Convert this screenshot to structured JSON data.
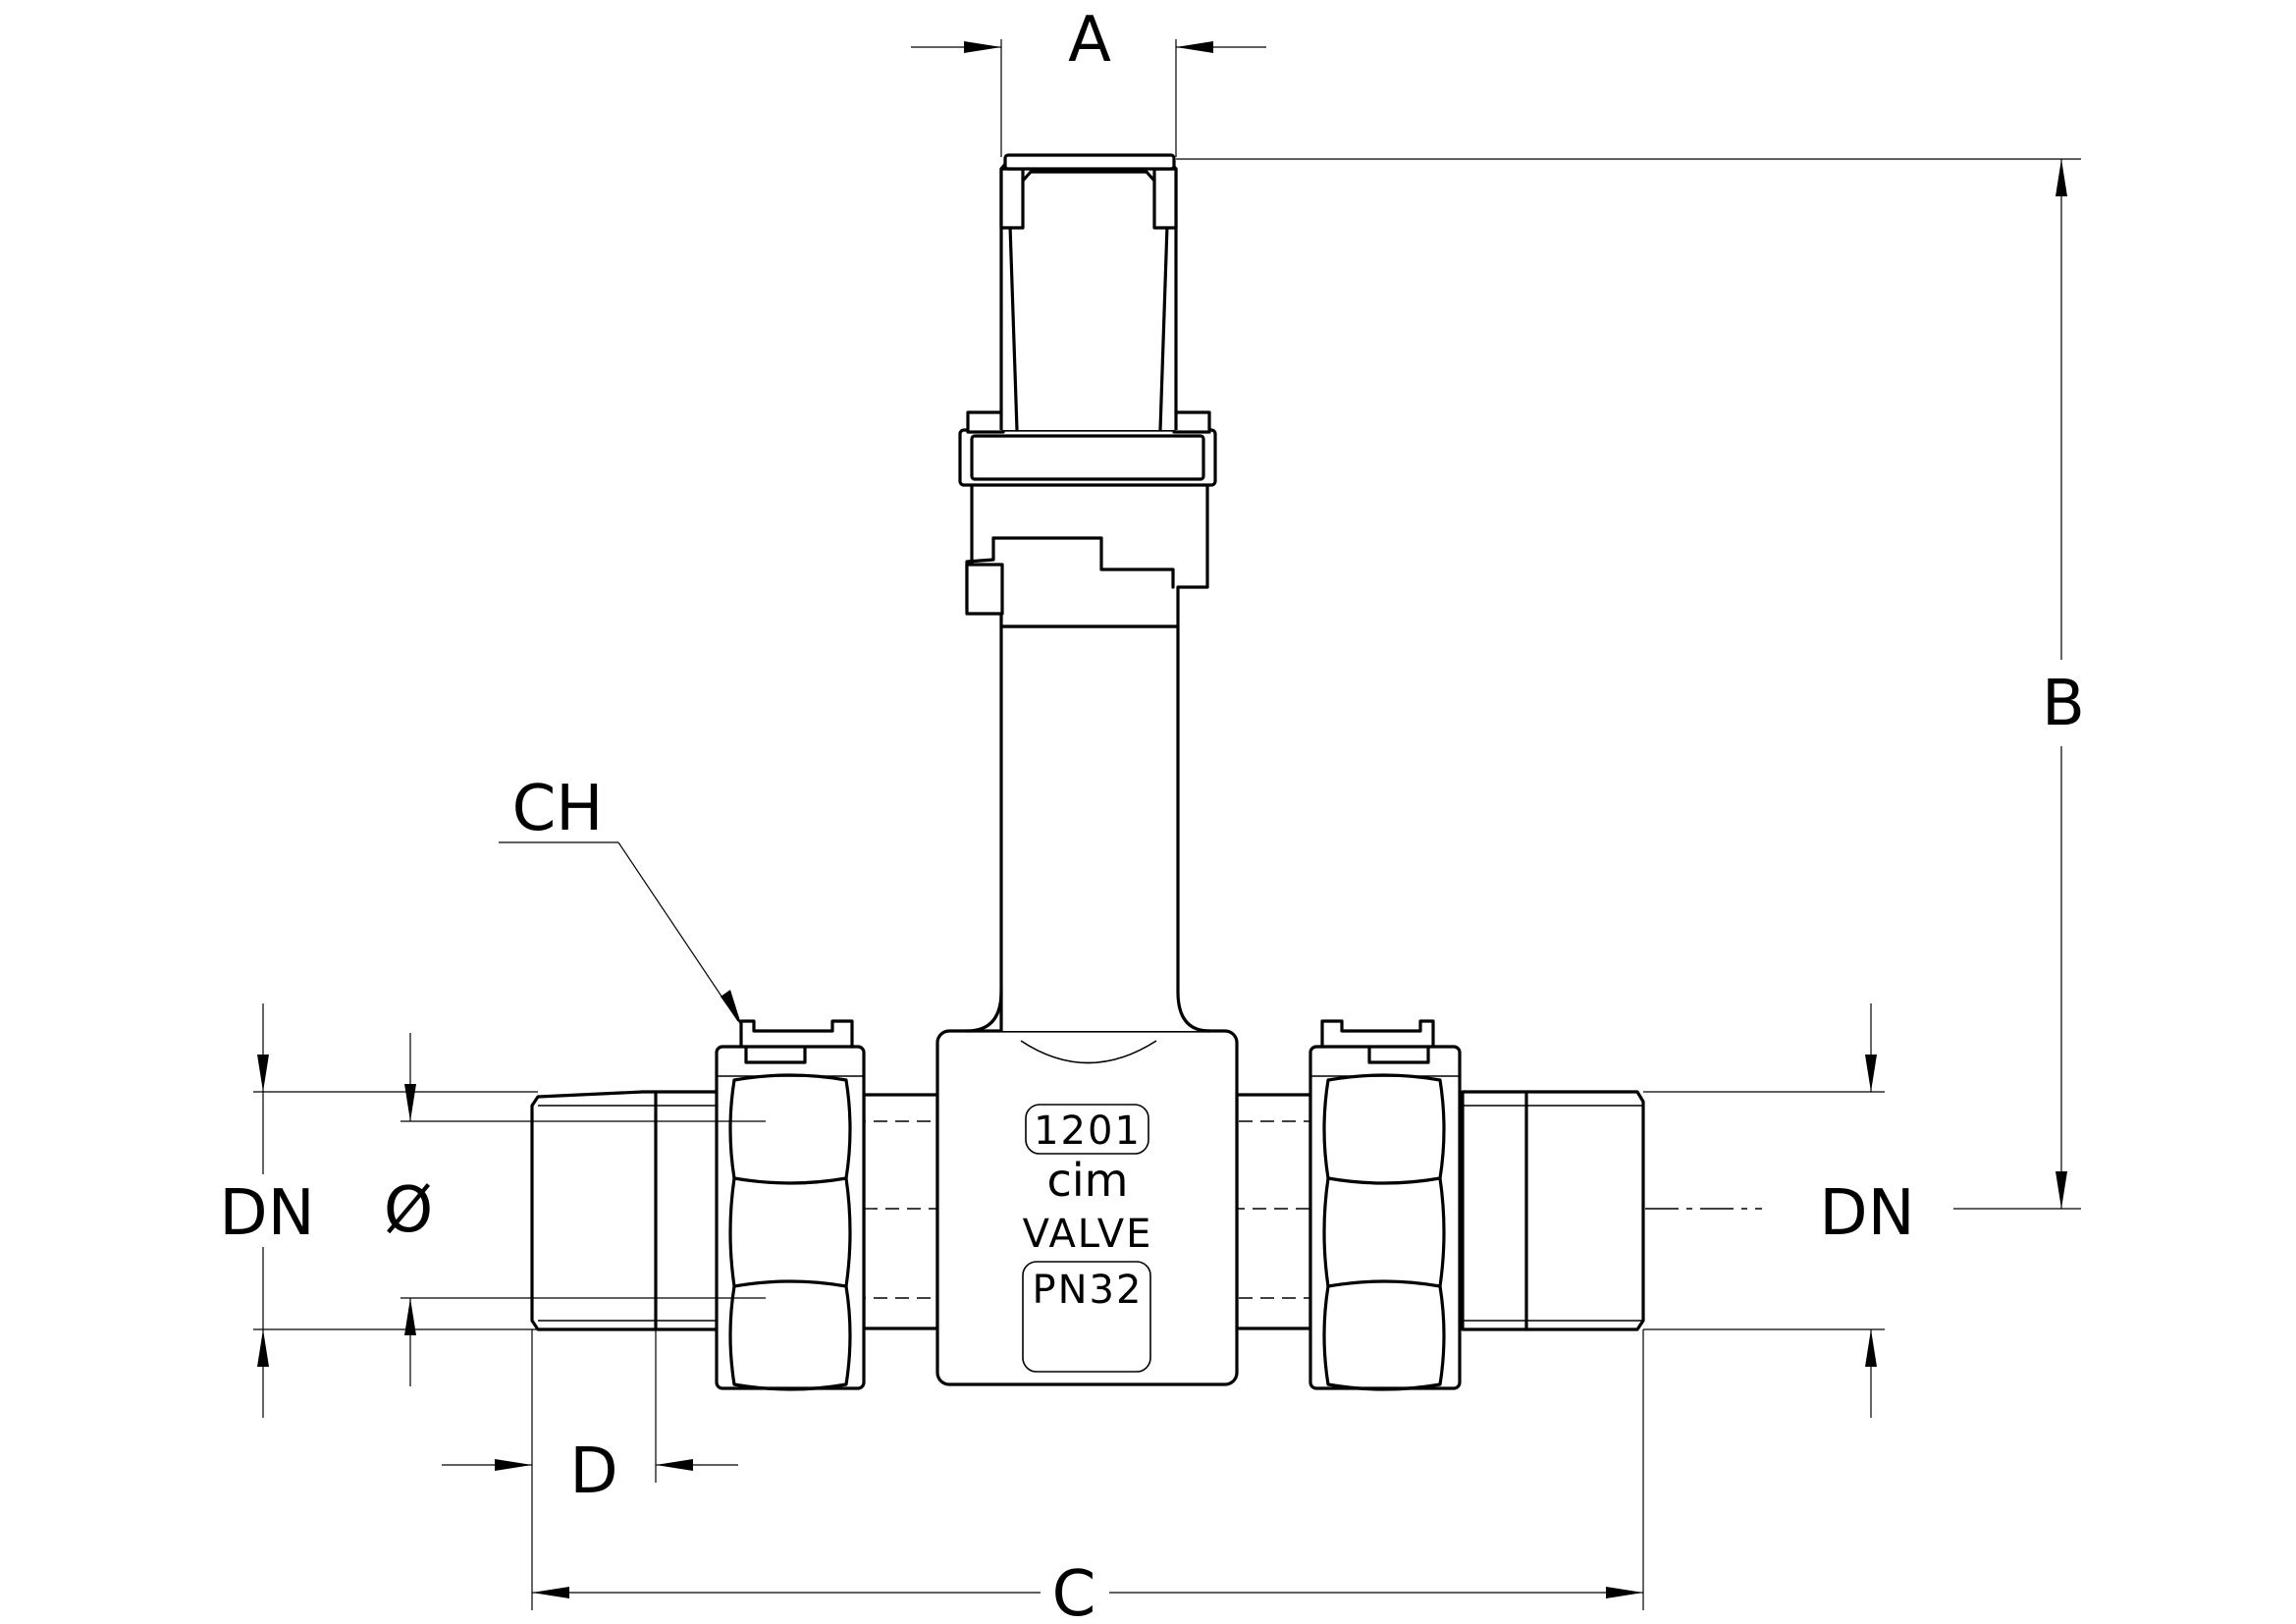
{
  "dimension_labels": {
    "a": "A",
    "b": "B",
    "c": "C",
    "d": "D",
    "ch": "CH",
    "dn_left": "DN",
    "dn_right": "DN",
    "diameter": "Ø"
  },
  "body_markings": {
    "model": "1201",
    "brand": "cim",
    "word": "VALVE",
    "pressure": "PN32"
  }
}
